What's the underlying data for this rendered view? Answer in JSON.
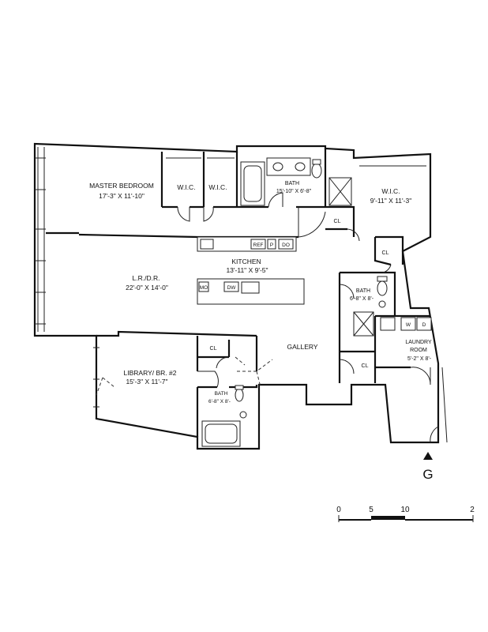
{
  "rooms": {
    "master_bedroom": {
      "name": "MASTER BEDROOM",
      "dim": "17'-3\" X 11'-10\""
    },
    "wic_1": {
      "name": "W.I.C."
    },
    "wic_2": {
      "name": "W.I.C."
    },
    "master_bath": {
      "name": "BATH",
      "dim": "15'-10\" X 6'-8\""
    },
    "wic_3": {
      "name": "W.I.C.",
      "dim": "9'-11\" X 11'-3\""
    },
    "cl_1": {
      "name": "CL"
    },
    "cl_2": {
      "name": "CL"
    },
    "kitchen": {
      "name": "KITCHEN",
      "dim": "13'-11\" X 9'-5\""
    },
    "living": {
      "name": "L.R./D.R.",
      "dim": "22'-0\" X 14'-0\""
    },
    "bath_2": {
      "name": "BATH",
      "dim": "6'-8\" X 8'-"
    },
    "laundry": {
      "name": "LAUNDRY",
      "name2": "ROOM",
      "dim": "5'-2\" X 8'-"
    },
    "cl_3": {
      "name": "CL"
    },
    "gallery": {
      "name": "GALLERY"
    },
    "library": {
      "name": "LIBRARY/ BR. #2",
      "dim": "15'-3\" X 11'-7\""
    },
    "cl_4": {
      "name": "CL"
    },
    "bath_3": {
      "name": "BATH",
      "dim": "6'-8\" X 8'-"
    }
  },
  "appliances": {
    "ref": "REF",
    "p": "P",
    "do": "DO",
    "mo": "MO",
    "dw": "DW",
    "w": "W",
    "d": "D"
  },
  "entry_marker": "G",
  "scale_bar": {
    "labels": [
      "0",
      "5",
      "10",
      "2"
    ]
  }
}
